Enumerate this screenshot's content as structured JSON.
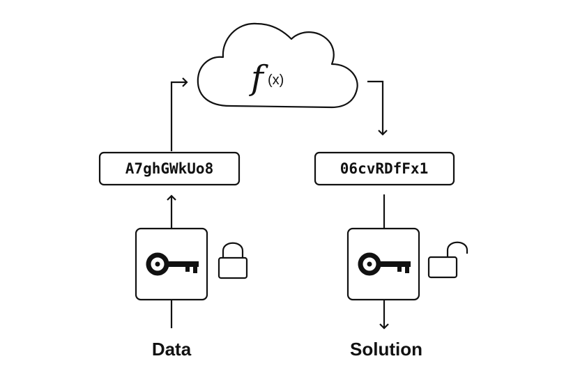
{
  "cloud": {
    "function_symbol": "f",
    "function_arg": "(x)"
  },
  "encrypted_box": {
    "text": "A7ghGWkUo8"
  },
  "result_box": {
    "text": "06cvRDfFx1"
  },
  "labels": {
    "input": "Data",
    "output": "Solution"
  },
  "icons": {
    "encrypt_key": "key-icon",
    "encrypt_lock": "lock-closed-icon",
    "decrypt_key": "key-icon",
    "decrypt_lock": "lock-open-icon"
  },
  "colors": {
    "stroke": "#111111",
    "background": "#ffffff"
  }
}
